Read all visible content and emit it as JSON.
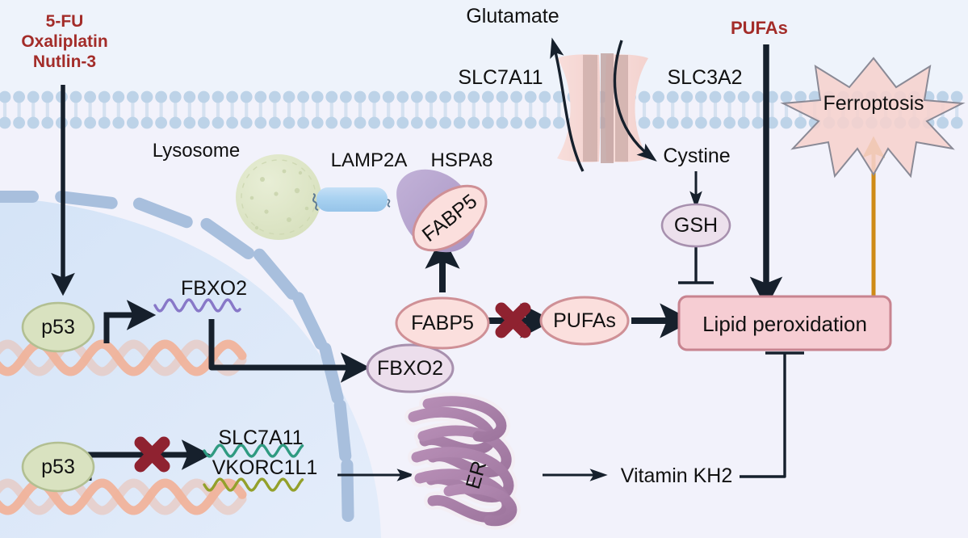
{
  "figure": {
    "type": "pathway-diagram",
    "title": "p53-FBXO2-FABP5 axis regulating ferroptosis",
    "background_extracellular": "#eff3fa",
    "background_cytoplasm": "#f2f2fb",
    "background_nucleus": "#dbe7f7"
  },
  "drugs": {
    "line1": "5-FU",
    "line2": "Oxaliplatin",
    "line3": "Nutlin-3",
    "color": "#a32c29"
  },
  "membrane": {
    "name": "plasma-membrane",
    "color": "#bdd3e8"
  },
  "transporter": {
    "left_label": "SLC7A11",
    "right_label": "SLC3A2",
    "export_label": "Glutamate",
    "import_label": "Cystine",
    "fill": "#f7dcda"
  },
  "pufa_external": {
    "label": "PUFAs",
    "color": "#a32c29"
  },
  "ferroptosis": {
    "label": "Ferroptosis",
    "fill": "#f6d2cd",
    "stroke": "#8a8a96"
  },
  "organelles": {
    "lysosome_label": "Lysosome",
    "lamp2a_label": "LAMP2A",
    "hspa8_label": "HSPA8",
    "er_label": "ER"
  },
  "nodes": {
    "p53_top": "p53",
    "p53_bottom": "p53",
    "fbxo2_mrna": "FBXO2",
    "fbxo2_protein": "FBXO2",
    "fabp5_cyto": "FABP5",
    "fabp5_bound": "FABP5",
    "pufas_cyto": "PUFAs",
    "gsh": "GSH",
    "lipid_peroxidation": "Lipid peroxidation",
    "vitamin_kh2": "Vitamin KH2",
    "slc7a11_mrna": "SLC7A11",
    "vkorc1l1_mrna": "VKORC1L1"
  },
  "colors": {
    "p53_fill": "#d9e2c0",
    "p53_stroke": "#b2bf92",
    "fabp5_fill": "#fbdfdd",
    "fabp5_stroke": "#cf9096",
    "pufa_fill": "#fbdfdd",
    "pufa_stroke": "#cf9096",
    "fbxo2_fill": "#ecdeec",
    "fbxo2_stroke": "#a790ae",
    "gsh_fill": "#ece0ec",
    "gsh_stroke": "#a790ae",
    "lipid_fill": "#f6cdd3",
    "lipid_stroke": "#c8848f",
    "dna_strand": "#f0b39b",
    "mrna_fbxo2": "#8878c8",
    "mrna_slc7a11": "#2f9a81",
    "mrna_vkorc1l1": "#93a02b",
    "lysosome_fill": "#dfe6c7",
    "lamp2a_fill": "#aed3f0",
    "hspa8_fill": "#b2a0cb",
    "er_fill": "#a87fa8",
    "arrow_black": "#16202c",
    "arrow_orange": "#cf8b16",
    "block_x": "#8f2230",
    "nuclear_envelope": "#a8bfdd"
  },
  "edges": [
    {
      "name": "drugs-to-p53",
      "style": "arrow",
      "from": "drugs",
      "to": "p53_top"
    },
    {
      "name": "p53-activates-fbxo2",
      "style": "arrow",
      "from": "p53_top",
      "to": "fbxo2_mrna"
    },
    {
      "name": "fbxo2-mrna-to-protein",
      "style": "arrow",
      "from": "fbxo2_mrna",
      "to": "fbxo2_protein"
    },
    {
      "name": "fabp5-to-pufas-blocked",
      "style": "arrow-blocked",
      "from": "fabp5_cyto",
      "to": "pufas_cyto"
    },
    {
      "name": "pufas-to-lipid-peroxidation",
      "style": "arrow",
      "from": "pufas_cyto",
      "to": "lipid_peroxidation"
    },
    {
      "name": "fabp5-bound-from-cyto",
      "style": "arrow",
      "from": "fabp5_cyto",
      "to": "fabp5_bound"
    },
    {
      "name": "cystine-to-gsh",
      "style": "arrow",
      "from": "cystine",
      "to": "gsh"
    },
    {
      "name": "gsh-inhibits-lipid-peroxidation",
      "style": "inhibit",
      "from": "gsh",
      "to": "lipid_peroxidation"
    },
    {
      "name": "pufas-external-to-lipid-peroxidation",
      "style": "arrow",
      "from": "pufa_external",
      "to": "lipid_peroxidation"
    },
    {
      "name": "lipid-peroxidation-to-ferroptosis",
      "style": "arrow-orange",
      "from": "lipid_peroxidation",
      "to": "ferroptosis"
    },
    {
      "name": "p53-blocks-transcription",
      "style": "arrow-blocked",
      "from": "p53_bottom",
      "to": "slc7a11_mrna"
    },
    {
      "name": "mrna-to-er",
      "style": "arrow",
      "from": "vkorc1l1_mrna",
      "to": "er"
    },
    {
      "name": "er-to-vitamin-kh2",
      "style": "arrow",
      "from": "er",
      "to": "vitamin_kh2"
    },
    {
      "name": "vitamin-kh2-inhibits-lipid-peroxidation",
      "style": "inhibit",
      "from": "vitamin_kh2",
      "to": "lipid_peroxidation"
    }
  ]
}
